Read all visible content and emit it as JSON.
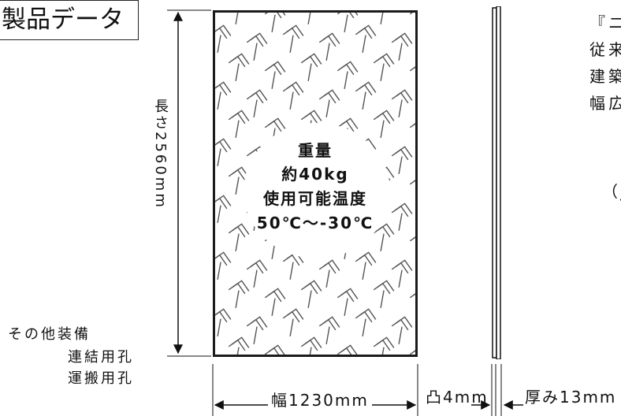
{
  "title": "製品データ",
  "panel": {
    "pattern": "chevron-arrows",
    "specs": {
      "weight_label": "重量",
      "weight_value": "約40kg",
      "temp_label": "使用可能温度",
      "temp_range": "50℃～-30℃"
    }
  },
  "dimensions": {
    "length": "長さ2560mm",
    "width": "幅1230mm",
    "protrusion": "凸4mm",
    "thickness": "厚み13mm"
  },
  "equipment": {
    "heading": "その他装備",
    "items": [
      "連結用孔",
      "運搬用孔"
    ]
  },
  "cut_text": {
    "lines": [
      "『ニ",
      "従来",
      "建築",
      "幅広"
    ],
    "paren": "（Ј"
  },
  "colors": {
    "ink": "#111111",
    "pattern": "#555555",
    "background": "#ffffff"
  }
}
